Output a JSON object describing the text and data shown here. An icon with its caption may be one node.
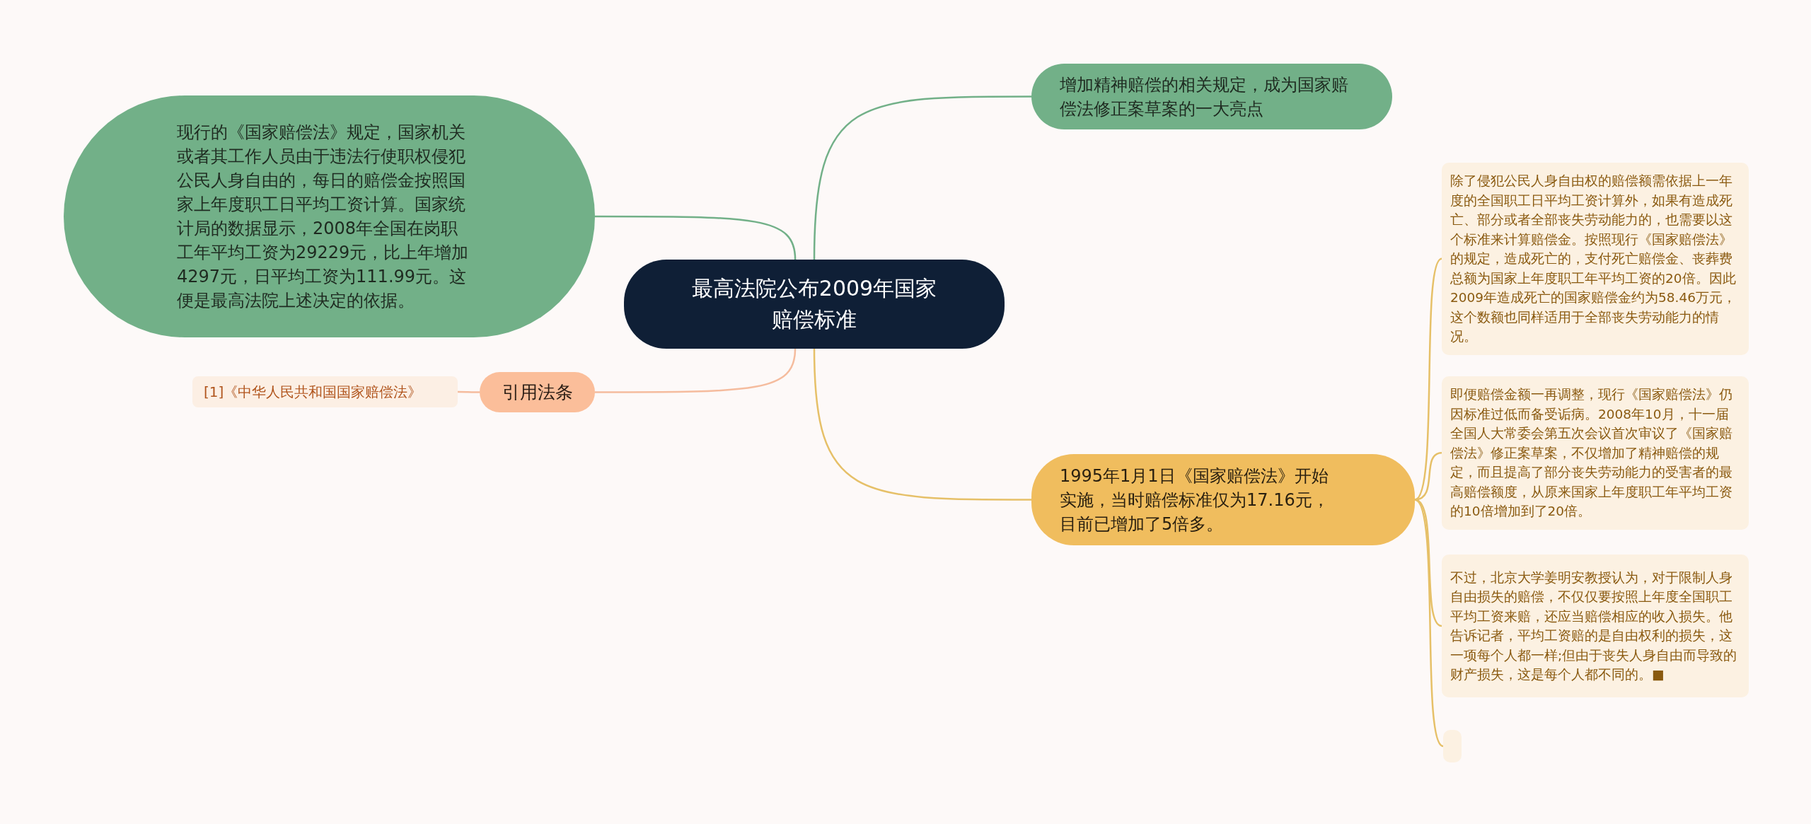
{
  "diagram": {
    "nodes": [
      {
        "text": [
          "最高法院公布2009年国家赔偿标准"
        ]
      },
      {
        "text": [
          "增加精神赔偿的相关规定，成为国家赔偿法修正案草案的一大亮点"
        ]
      },
      {
        "text": [
          "现行的《国家赔偿法》规定，国家机关或者其工作人员由于违法行使职权侵犯公民人身自由的，每日的赔偿金按照国家上年度职工日平均工资计算。国家统计局的数据显示，2008年全国在岗职工年平均工资为29229元，比上年增加4297元，日平均工资为111.99元。这便是最高法院上述决定的依据。"
        ]
      },
      {
        "text": [
          "引用法条"
        ]
      },
      {
        "text": [
          "[1]《中华人民共和国国家赔偿法》"
        ]
      },
      {
        "text": [
          "1995年1月1日《国家赔偿法》开始实施，当时赔偿标准仅为17.16元，目前已增加了5倍多。"
        ]
      },
      {
        "text": [
          "除了侵犯公民人身自由权的赔偿额需依据上一年度的全国职工日平均工资计算外，如果有造成死亡、部分或者全部丧失劳动能力的，也需要以这个标准来计算赔偿金。按照现行《国家赔偿法》的规定，造成死亡的，支付死亡赔偿金、丧葬费总额为国家上年度职工年平均工资的20倍。因此2009年造成死亡的国家赔偿金约为58.46万元，这个数额也同样适用于全部丧失劳动能力的情况。"
        ]
      },
      {
        "text": [
          "即便赔偿金额一再调整，现行《国家赔偿法》仍因标准过低而备受诟病。2008年10月，十一届全国人大常委会第五次会议首次审议了《国家赔偿法》修正案草案，不仅增加了精神赔偿的规定，而且提高了部分丧失劳动能力的受害者的最高赔偿额度，从原来国家上年度职工年平均工资的10倍增加到了20倍。"
        ]
      },
      {
        "text": [
          "不过，北京大学姜明安教授认为，对于限制人身自由损失的赔偿，不仅仅要按照上年度全国职工平均工资来赔，还应当赔偿相应的收入损失。他告诉记者，平均工资赔的是自由权利的损失，这一项每个人都一样;但由于丧失人身自由而导致的财产损失，这是每个人都不同的。■"
        ]
      },
      {
        "text": [],
        "shape": "box"
      }
    ],
    "edges": [
      {
        "from": 0,
        "to": 1,
        "arrow": "none",
        "color": "#72b088"
      },
      {
        "from": 0,
        "to": 2,
        "arrow": "none",
        "color": "#72b088"
      },
      {
        "from": 0,
        "to": 3,
        "arrow": "none",
        "color": "#f5bc9e"
      },
      {
        "from": 3,
        "to": 4,
        "arrow": "none",
        "color": "#f5bc9e"
      },
      {
        "from": 0,
        "to": 5,
        "arrow": "none"
      },
      {
        "from": 5,
        "to": 6,
        "arrow": "none"
      },
      {
        "from": 5,
        "to": 7,
        "arrow": "none"
      },
      {
        "from": 5,
        "to": 8,
        "arrow": "none"
      },
      {
        "from": 5,
        "to": 9,
        "arrow": "none"
      }
    ]
  }
}
